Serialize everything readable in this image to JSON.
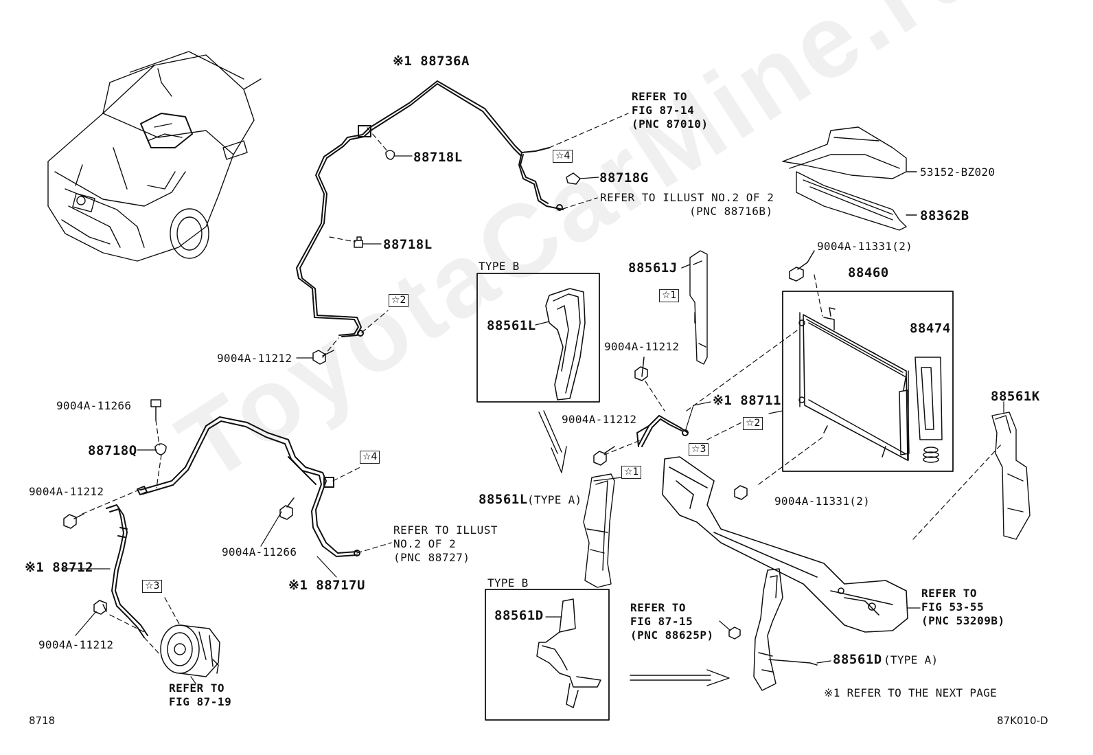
{
  "watermark": "ToyotaCarMine.ru",
  "fig_code": "8718",
  "illust_code": "87K010-D",
  "footnote": "※1  REFER TO THE NEXT PAGE",
  "labels": {
    "p88736A": "※1 88736A",
    "p88718L_a": "88718L",
    "p88718L_b": "88718L",
    "p88718G": "88718G",
    "p53152": "53152-BZ020",
    "p88362B": "88362B",
    "p9004A_11331_a": "9004A-11331(2)",
    "p88460": "88460",
    "p88561J": "88561J",
    "p88561L_b": "88561L",
    "p88561L_a": "88561L",
    "typeA_L": "(TYPE A)",
    "p88474": "88474",
    "p88711": "※1 88711",
    "p9004A_11212_a": "9004A-11212",
    "p9004A_11212_b": "9004A-11212",
    "p9004A_11212_c": "9004A-11212",
    "p9004A_11212_d": "9004A-11212",
    "p9004A_11212_e": "9004A-11212",
    "p88561K": "88561K",
    "p9004A_11331_b": "9004A-11331(2)",
    "p9004A_11266_a": "9004A-11266",
    "p88718Q": "88718Q",
    "p9004A_11266_b": "9004A-11266",
    "p88712": "※1 88712",
    "p88717U": "※1 88717U",
    "p88561D_b": "88561D",
    "p88561D_a": "88561D",
    "typeA_D": "(TYPE A)",
    "typeB_1": "TYPE B",
    "typeB_2": "TYPE B"
  },
  "stars": {
    "s4a": "☆4",
    "s2a": "☆2",
    "s1a": "☆1",
    "s2b": "☆2",
    "s3a": "☆3",
    "s1b": "☆1",
    "s4b": "☆4",
    "s3b": "☆3"
  },
  "refs": {
    "r1": [
      "REFER TO",
      "FIG 87-14",
      "(PNC 87010)"
    ],
    "r2": [
      "REFER TO ILLUST NO.2 OF 2",
      "(PNC 88716B)"
    ],
    "r3": [
      "REFER TO ILLUST",
      "NO.2 OF 2",
      "(PNC 88727)"
    ],
    "r4": [
      "REFER TO",
      "FIG 87-19"
    ],
    "r5": [
      "REFER TO",
      "FIG 87-15",
      "(PNC 88625P)"
    ],
    "r6": [
      "REFER TO",
      "FIG 53-55",
      "(PNC 53209B)"
    ]
  }
}
